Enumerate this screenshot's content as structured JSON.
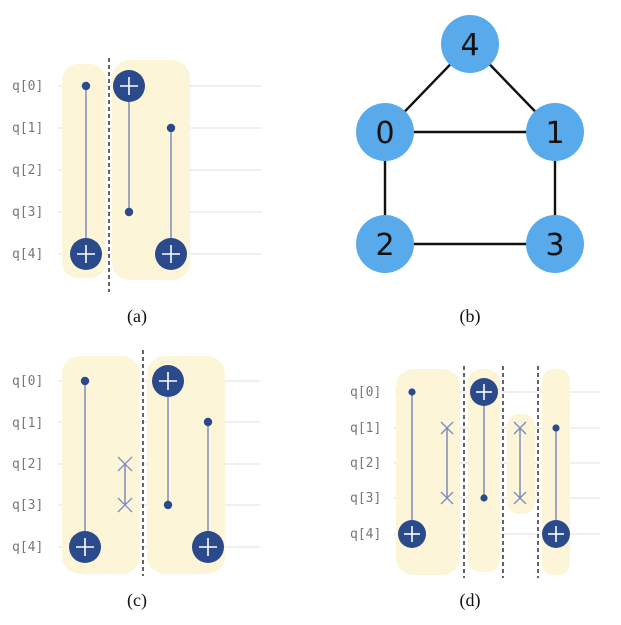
{
  "qubit_labels": [
    "q[0]",
    "q[1]",
    "q[2]",
    "q[3]",
    "q[4]"
  ],
  "captions": {
    "a": "(a)",
    "b": "(b)",
    "c": "(c)",
    "d": "(d)"
  },
  "graph": {
    "nodes": [
      "0",
      "1",
      "2",
      "3",
      "4"
    ],
    "edges": [
      [
        "4",
        "0"
      ],
      [
        "4",
        "1"
      ],
      [
        "0",
        "1"
      ],
      [
        "0",
        "2"
      ],
      [
        "1",
        "3"
      ],
      [
        "2",
        "3"
      ]
    ]
  },
  "colors": {
    "highlight_band": "#fdf5d8",
    "gate": "#2b4a8c",
    "node": "#58aaea"
  },
  "circuits": {
    "a": [
      {
        "type": "cx",
        "control": 0,
        "target": 4
      },
      {
        "type": "barrier"
      },
      {
        "type": "cx",
        "control": 3,
        "target": 0
      },
      {
        "type": "cx",
        "control": 1,
        "target": 4
      }
    ],
    "c": [
      {
        "type": "cx",
        "control": 0,
        "target": 4
      },
      {
        "type": "swap",
        "qubits": [
          2,
          3
        ]
      },
      {
        "type": "barrier"
      },
      {
        "type": "cx",
        "control": 3,
        "target": 0
      },
      {
        "type": "cx",
        "control": 1,
        "target": 4
      }
    ],
    "d": [
      {
        "type": "cx",
        "control": 0,
        "target": 4
      },
      {
        "type": "swap",
        "qubits": [
          1,
          3
        ]
      },
      {
        "type": "barrier"
      },
      {
        "type": "cx",
        "control": 3,
        "target": 0
      },
      {
        "type": "barrier"
      },
      {
        "type": "swap",
        "qubits": [
          1,
          3
        ]
      },
      {
        "type": "barrier"
      },
      {
        "type": "cx",
        "control": 1,
        "target": 4
      }
    ]
  }
}
